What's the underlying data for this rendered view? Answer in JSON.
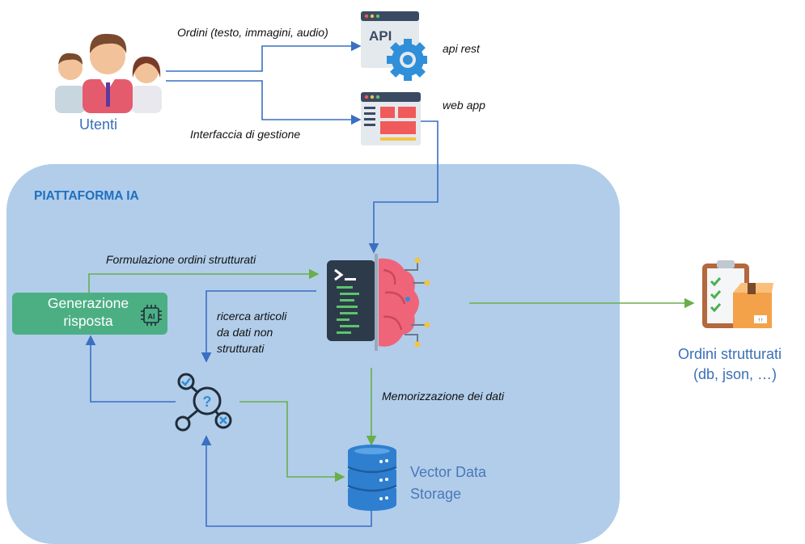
{
  "users": {
    "label": "Utenti"
  },
  "channels": {
    "api_label": "API",
    "orders_channel": "Ordini (testo, immagini, audio)",
    "api_rest": "api rest",
    "web_app": "web app",
    "management": "Interfaccia di gestione"
  },
  "platform": {
    "title": "PIATTAFORMA IA",
    "structured_formulation": "Formulazione ordini strutturati",
    "generation_line1": "Generazione",
    "generation_line2": "risposta",
    "ai_chip": "AI",
    "search_line1": "ricerca articoli",
    "search_line2": "da dati non",
    "search_line3": "strutturati",
    "storage_arrow": "Memorizzazione dei dati",
    "storage_line1": "Vector Data",
    "storage_line2": "Storage"
  },
  "output": {
    "line1": "Ordini strutturati",
    "line2": "(db, json, …)"
  },
  "colors": {
    "platform_bg": "#b1cdea",
    "blue_arrow": "#3a6fc2",
    "green_arrow": "#6aae4a",
    "generation_box": "#4caf84"
  }
}
